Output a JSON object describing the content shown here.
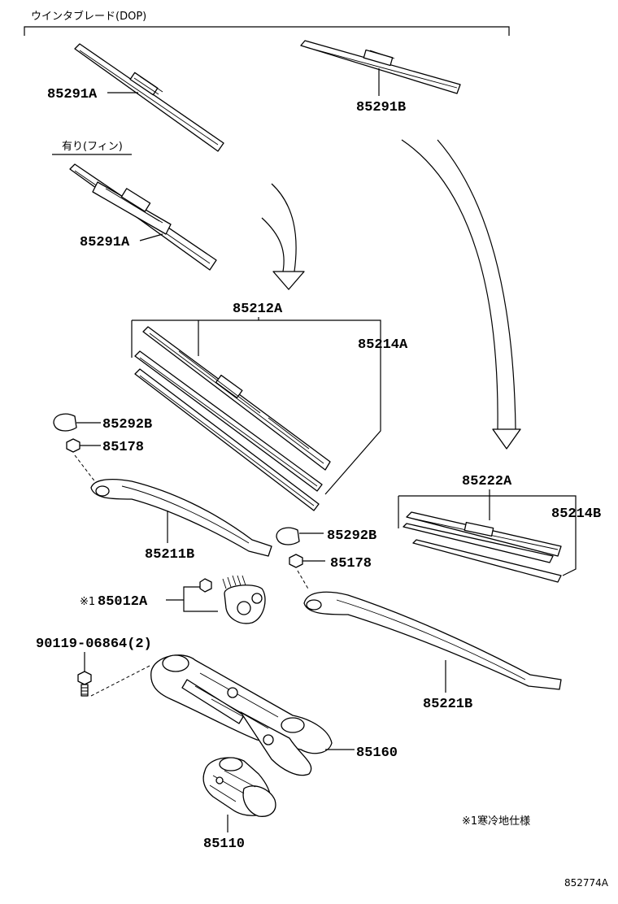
{
  "headers": {
    "winter_blade": "ウインタブレード(DOP)",
    "with_fin": "有り(フィン)"
  },
  "part_labels": {
    "p85291A_top": "85291A",
    "p85291B": "85291B",
    "p85291A_fin": "85291A",
    "p85212A": "85212A",
    "p85214A": "85214A",
    "p85292B_left": "85292B",
    "p85178_left": "85178",
    "p85211B": "85211B",
    "p85292B_right": "85292B",
    "p85178_right": "85178",
    "p85222A": "85222A",
    "p85214B": "85214B",
    "p85012A": "85012A",
    "p85012A_mark": "※1",
    "p90119": "90119-06864(2)",
    "p85221B": "85221B",
    "p85160": "85160",
    "p85110": "85110"
  },
  "footnote": "※1寒冷地仕様",
  "diagram_code": "852774A"
}
